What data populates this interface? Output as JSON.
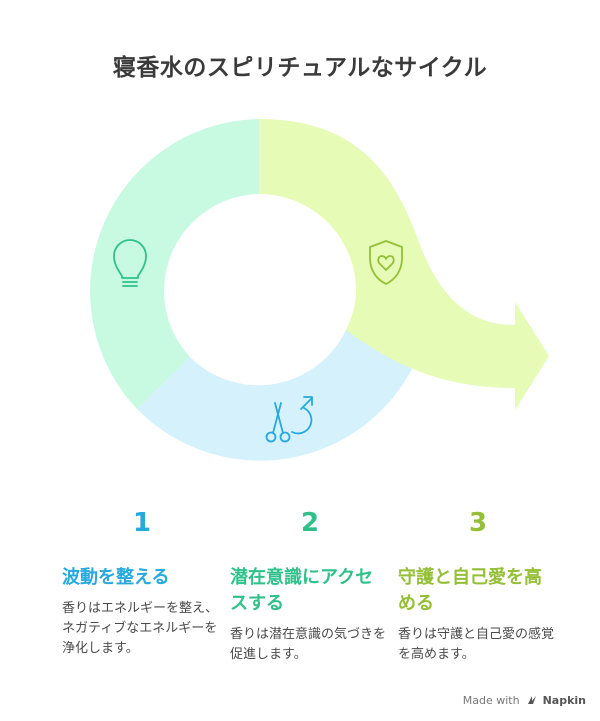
{
  "title": "寝香水のスピリチュアルなサイクル",
  "colors": {
    "step1": "#27a9dd",
    "step2": "#2fc189",
    "step3": "#94bf36",
    "seg_green": "#c8fae1",
    "seg_blue": "#d4f1fc",
    "seg_lime": "#e6fbb6"
  },
  "icons": {
    "green_segment": "lightbulb-icon",
    "blue_segment": "scissors-gender-icon",
    "lime_segment": "shield-heart-icon"
  },
  "steps": [
    {
      "number": "1",
      "title": "波動を整える",
      "desc": "香りはエネルギーを整え、ネガティブなエネルギーを浄化します。"
    },
    {
      "number": "2",
      "title": "潜在意識にアクセスする",
      "desc": "香りは潜在意識の気づきを促進します。"
    },
    {
      "number": "3",
      "title": "守護と自己愛を高める",
      "desc": "香りは守護と自己愛の感覚を高めます。"
    }
  ],
  "footer": {
    "made_with": "Made with",
    "brand": "Napkin"
  }
}
